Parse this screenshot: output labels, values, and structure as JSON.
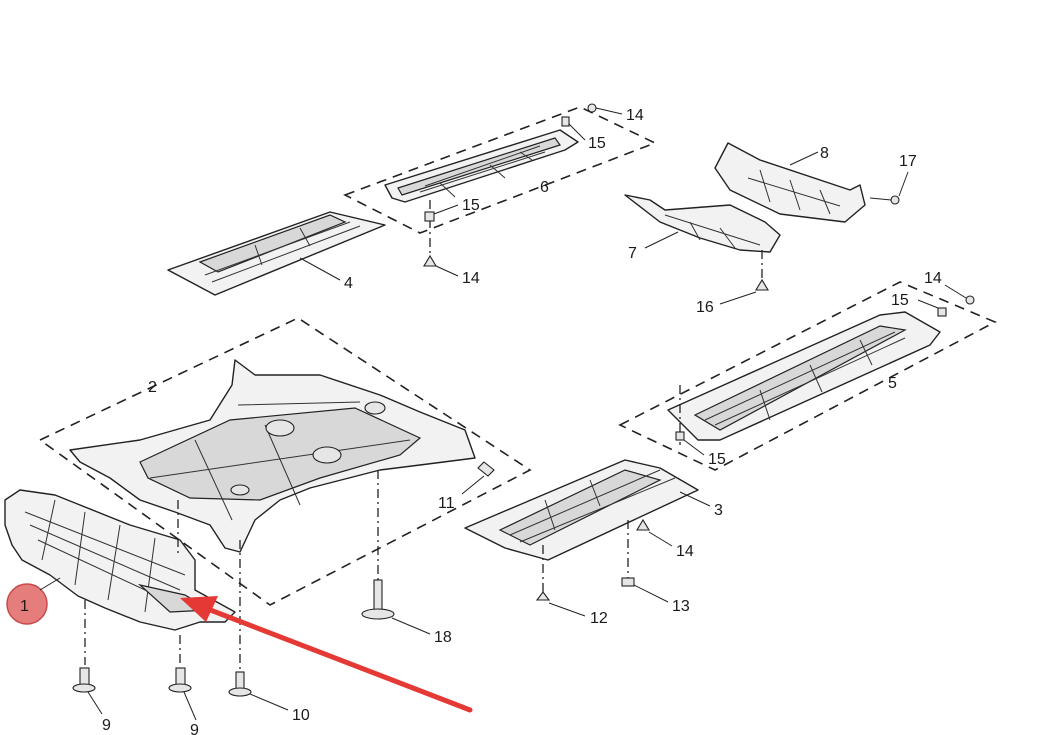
{
  "callouts": {
    "c1": "1",
    "c2": "2",
    "c3": "3",
    "c4": "4",
    "c5": "5",
    "c6": "6",
    "c7": "7",
    "c8": "8",
    "c9a": "9",
    "c9b": "9",
    "c10": "10",
    "c11": "11",
    "c12": "12",
    "c13": "13",
    "c14a": "14",
    "c14b": "14",
    "c14c": "14",
    "c14d": "14",
    "c15a": "15",
    "c15b": "15",
    "c15c": "15",
    "c15d": "15",
    "c16": "16",
    "c17": "17",
    "c18": "18"
  },
  "colors": {
    "highlight_marker": "#e06666",
    "arrow": "#e53935",
    "line": "#222222"
  }
}
